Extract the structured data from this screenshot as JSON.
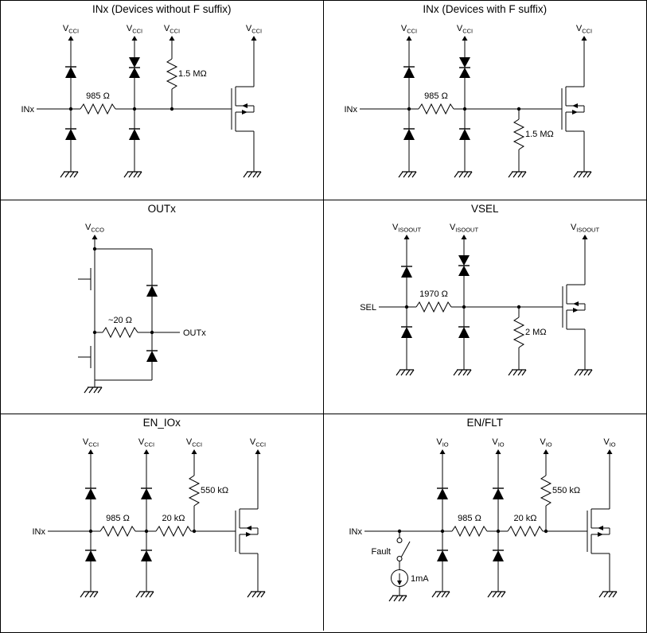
{
  "panels": [
    {
      "title": "INx (Devices without F suffix)",
      "rail": "V",
      "rail_sub": "CCI",
      "input": "INx",
      "r_series": "985 Ω",
      "r_pull": "1.5 MΩ"
    },
    {
      "title": "INx (Devices with F suffix)",
      "rail": "V",
      "rail_sub": "CCI",
      "input": "INx",
      "r_series": "985 Ω",
      "r_pull": "1.5 MΩ"
    },
    {
      "title": "OUTx",
      "rail": "V",
      "rail_sub": "CCO",
      "output": "OUTx",
      "r_series": "~20 Ω"
    },
    {
      "title": "VSEL",
      "rail": "V",
      "rail_sub": "ISOOUT",
      "input": "SEL",
      "r_series": "1970 Ω",
      "r_pull": "2 MΩ"
    },
    {
      "title": "EN_IOx",
      "rail": "V",
      "rail_sub": "CCI",
      "input": "INx",
      "r_series": "985 Ω",
      "r_series2": "20 kΩ",
      "r_pull": "550 kΩ"
    },
    {
      "title": "EN/FLT",
      "rail": "V",
      "rail_sub": "IO",
      "input": "INx",
      "r_series": "985 Ω",
      "r_series2": "20 kΩ",
      "r_pull": "550 kΩ",
      "fault": "Fault",
      "current_source": "1mA"
    }
  ]
}
